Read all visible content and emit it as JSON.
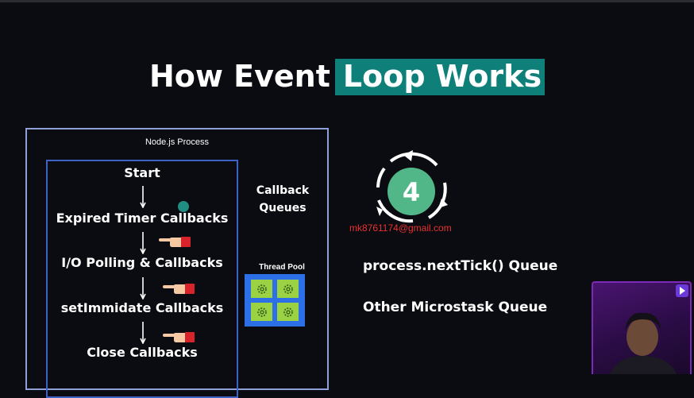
{
  "slide": {
    "title_part1": "How Event",
    "title_part2": "Loop Works",
    "highlight_color": "#0f8079"
  },
  "process": {
    "label": "Node.js Process",
    "phases": [
      "Start",
      "Expired Timer Callbacks",
      "I/O Polling & Callbacks",
      "setImmidate Callbacks",
      "Close Callbacks"
    ]
  },
  "callback_queues": {
    "line1": "Callback",
    "line2": "Queues"
  },
  "thread_pool": {
    "label": "Thread Pool",
    "workers": [
      "gear-icon",
      "gear-icon",
      "gear-icon",
      "gear-icon"
    ]
  },
  "cycle": {
    "number": "4",
    "circle_color": "#52b788"
  },
  "watermark_email": "mk8761174@gmail.com",
  "microtask": {
    "next_tick": "process.nextTick() Queue",
    "other": "Other Microstask Queue"
  },
  "icons": {
    "hand": "pointing-hand-icon",
    "arrow": "down-arrow-icon",
    "play": "play-badge-icon"
  }
}
